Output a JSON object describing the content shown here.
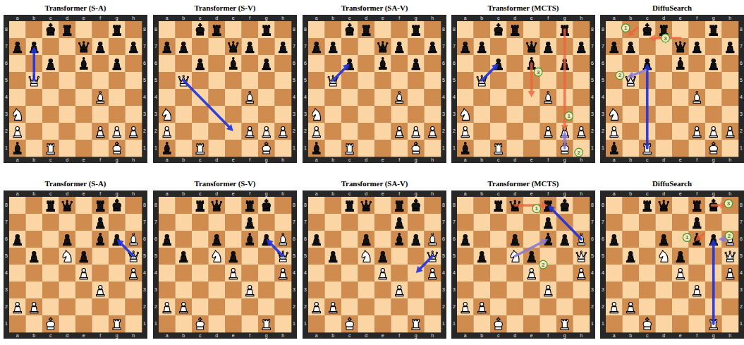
{
  "diagram": {
    "nodes": [
      {
        "text": [
          "Transformer (S-A)"
        ]
      },
      {
        "text": [
          "Transformer (S-V)"
        ]
      },
      {
        "text": [
          "Transformer (SA-V)"
        ]
      },
      {
        "text": [
          "Transformer (MCTS)"
        ]
      },
      {
        "text": [
          "DiffuSearch"
        ]
      },
      {
        "text": [
          "Transformer (S-A)"
        ]
      },
      {
        "text": [
          "Transformer (S-V)"
        ]
      },
      {
        "text": [
          "Transformer (SA-V)"
        ]
      },
      {
        "text": [
          "Transformer (MCTS)"
        ]
      },
      {
        "text": [
          "DiffuSearch"
        ]
      }
    ],
    "labels": [
      "a",
      "b",
      "c",
      "d",
      "e",
      "f",
      "g",
      "h",
      "8",
      "7",
      "6",
      "5",
      "4",
      "3",
      "2",
      "1",
      "8",
      "7",
      "6",
      "5",
      "4",
      "3",
      "2",
      "1",
      "a",
      "b",
      "c",
      "d",
      "e",
      "f",
      "g",
      "h",
      "a",
      "b",
      "c",
      "d",
      "e",
      "f",
      "g",
      "h",
      "8",
      "7",
      "6",
      "5",
      "4",
      "3",
      "2",
      "1",
      "8",
      "7",
      "6",
      "5",
      "4",
      "3",
      "2",
      "1",
      "a",
      "b",
      "c",
      "d",
      "e",
      "f",
      "g",
      "h",
      "a",
      "b",
      "c",
      "d",
      "e",
      "f",
      "g",
      "h",
      "8",
      "7",
      "6",
      "5",
      "4",
      "3",
      "2",
      "1",
      "8",
      "7",
      "6",
      "5",
      "4",
      "3",
      "2",
      "1",
      "a",
      "b",
      "c",
      "d",
      "e",
      "f",
      "g",
      "h",
      "a",
      "b",
      "c",
      "d",
      "e",
      "f",
      "g",
      "h",
      "8",
      "7",
      "6",
      "5",
      "4",
      "3",
      "2",
      "1",
      "8",
      "7",
      "6",
      "5",
      "4",
      "3",
      "2",
      "1",
      "a",
      "b",
      "c",
      "d",
      "e",
      "f",
      "g",
      "h",
      "1",
      "2",
      "3",
      "a",
      "b",
      "c",
      "d",
      "e",
      "f",
      "g",
      "h",
      "8",
      "7",
      "6",
      "5",
      "4",
      "3",
      "2",
      "1",
      "8",
      "7",
      "6",
      "5",
      "4",
      "3",
      "2",
      "1",
      "a",
      "b",
      "c",
      "d",
      "e",
      "f",
      "g",
      "h",
      "1",
      "2",
      "3",
      "a",
      "b",
      "c",
      "d",
      "e",
      "f",
      "g",
      "h",
      "8",
      "7",
      "6",
      "5",
      "4",
      "3",
      "2",
      "1",
      "8",
      "7",
      "6",
      "5",
      "4",
      "3",
      "2",
      "1",
      "a",
      "b",
      "c",
      "d",
      "e",
      "f",
      "g",
      "h",
      "a",
      "b",
      "c",
      "d",
      "e",
      "f",
      "g",
      "h",
      "8",
      "7",
      "6",
      "5",
      "4",
      "3",
      "2",
      "1",
      "8",
      "7",
      "6",
      "5",
      "4",
      "3",
      "2",
      "1",
      "a",
      "b",
      "c",
      "d",
      "e",
      "f",
      "g",
      "h",
      "a",
      "b",
      "c",
      "d",
      "e",
      "f",
      "g",
      "h",
      "8",
      "7",
      "6",
      "5",
      "4",
      "3",
      "2",
      "1",
      "8",
      "7",
      "6",
      "5",
      "4",
      "3",
      "2",
      "1",
      "a",
      "b",
      "c",
      "d",
      "e",
      "f",
      "g",
      "h",
      "a",
      "b",
      "c",
      "d",
      "e",
      "f",
      "g",
      "h",
      "8",
      "7",
      "6",
      "5",
      "4",
      "3",
      "2",
      "1",
      "8",
      "7",
      "6",
      "5",
      "4",
      "3",
      "2",
      "1",
      "a",
      "b",
      "c",
      "d",
      "e",
      "f",
      "g",
      "h",
      "1",
      "2",
      "a",
      "b",
      "c",
      "d",
      "e",
      "f",
      "g",
      "h",
      "8",
      "7",
      "6",
      "5",
      "4",
      "3",
      "2",
      "1",
      "8",
      "7",
      "6",
      "5",
      "4",
      "3",
      "2",
      "1",
      "a",
      "b",
      "c",
      "d",
      "e",
      "f",
      "g",
      "h",
      "1",
      "2",
      "3"
    ]
  }
}
